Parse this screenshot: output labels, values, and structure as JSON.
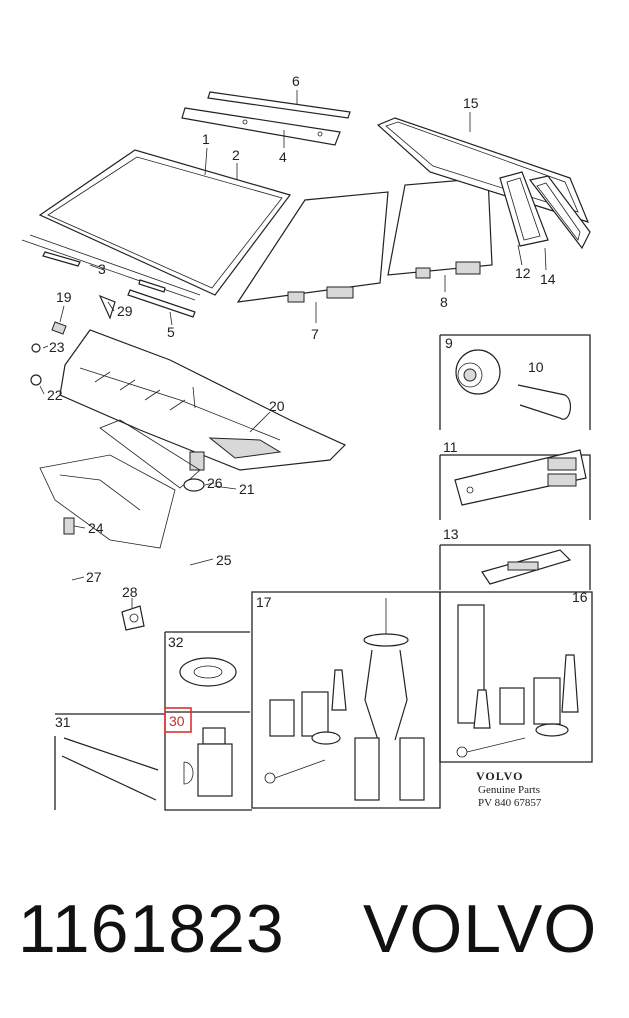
{
  "callouts": {
    "c1": "1",
    "c2": "2",
    "c3": "3",
    "c4": "4",
    "c5": "5",
    "c6": "6",
    "c7": "7",
    "c8": "8",
    "c9": "9",
    "c10": "10",
    "c11": "11",
    "c12": "12",
    "c13": "13",
    "c14": "14",
    "c15": "15",
    "c16": "16",
    "c17": "17",
    "c19": "19",
    "c20": "20",
    "c21": "21",
    "c22": "22",
    "c23": "23",
    "c24": "24",
    "c25": "25",
    "c26": "26",
    "c27": "27",
    "c28": "28",
    "c29": "29",
    "c30": "30",
    "c31": "31",
    "c32": "32"
  },
  "highlight_color": "#e03030",
  "brand_block": {
    "logo": "VOLVO",
    "line1": "Genuine Parts",
    "line2": "PV 840 67857"
  },
  "footer": {
    "part_number": "1161823",
    "brand": "VOLVO"
  }
}
